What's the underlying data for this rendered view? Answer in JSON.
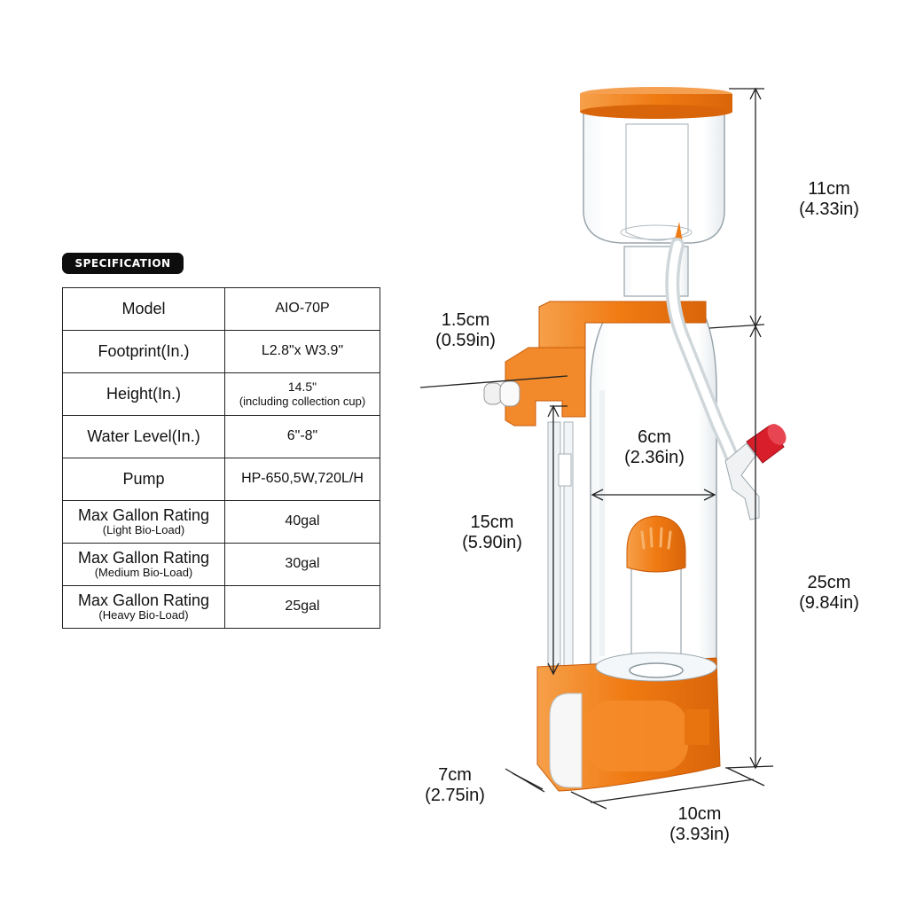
{
  "spec": {
    "badge": "SPECIFICATION",
    "rows": [
      {
        "label": "Model",
        "label_sub": "",
        "value": "AIO-70P",
        "value_sub": ""
      },
      {
        "label": "Footprint(In.)",
        "label_sub": "",
        "value": "L2.8\"x W3.9\"",
        "value_sub": ""
      },
      {
        "label": "Height(In.)",
        "label_sub": "",
        "value": "14.5\"",
        "value_sub": "(including collection cup)"
      },
      {
        "label": "Water Level(In.)",
        "label_sub": "",
        "value": "6\"-8\"",
        "value_sub": ""
      },
      {
        "label": "Pump",
        "label_sub": "",
        "value": "HP-650,5W,720L/H",
        "value_sub": ""
      },
      {
        "label": "Max Gallon Rating",
        "label_sub": "(Light Bio-Load)",
        "value": "40gal",
        "value_sub": ""
      },
      {
        "label": "Max Gallon Rating",
        "label_sub": "(Medium Bio-Load)",
        "value": "30gal",
        "value_sub": ""
      },
      {
        "label": "Max Gallon Rating",
        "label_sub": "(Heavy Bio-Load)",
        "value": "25gal",
        "value_sub": ""
      }
    ]
  },
  "dimensions": {
    "cup_height": {
      "metric": "11cm",
      "imperial": "(4.33in)"
    },
    "body_height": {
      "metric": "25cm",
      "imperial": "(9.84in)"
    },
    "bracket": {
      "metric": "1.5cm",
      "imperial": "(0.59in)"
    },
    "tube_width": {
      "metric": "6cm",
      "imperial": "(2.36in)"
    },
    "water_level": {
      "metric": "15cm",
      "imperial": "(5.90in)"
    },
    "depth": {
      "metric": "7cm",
      "imperial": "(2.75in)"
    },
    "width": {
      "metric": "10cm",
      "imperial": "(3.93in)"
    }
  },
  "colors": {
    "orange": "#F07A12",
    "orange_dark": "#C85A08",
    "clear": "#E9EEF1",
    "red_cap": "#D81E2A"
  }
}
